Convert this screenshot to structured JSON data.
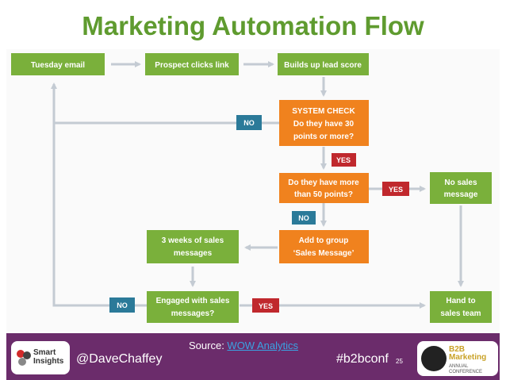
{
  "slide": {
    "title": "Marketing Automation Flow",
    "page_number": "25"
  },
  "colors": {
    "green": "#7ab03b",
    "orange": "#f0821e",
    "red": "#c0282d",
    "blue": "#2b7a99",
    "arrow": "#c4cbd3",
    "title_green": "#5f9b2f",
    "footer_purple": "#6b2c6b"
  },
  "nodes": {
    "tuesday_email": "Tuesday email",
    "prospect_clicks": "Prospect clicks link",
    "lead_score": "Builds up lead score",
    "system_check_title": "SYSTEM CHECK",
    "system_check_l1": "Do they have 30",
    "system_check_l2": "points or more?",
    "more_than_50_l1": "Do they have more",
    "more_than_50_l2": "than 50 points?",
    "no_sales_l1": "No sales",
    "no_sales_l2": "message",
    "add_group_l1": "Add to group",
    "add_group_l2": "‘Sales Message’",
    "three_weeks_l1": "3 weeks of sales",
    "three_weeks_l2": "messages",
    "engaged_l1": "Engaged with sales",
    "engaged_l2": "messages?",
    "hand_to_l1": "Hand to",
    "hand_to_l2": "sales team"
  },
  "labels": {
    "no_1": "NO",
    "yes_1": "YES",
    "yes_2": "YES",
    "no_2": "NO",
    "no_3": "NO",
    "yes_3": "YES"
  },
  "footer": {
    "logo_left_line1": "Smart",
    "logo_left_line2": "Insights",
    "handle": "@DaveChaffey",
    "source_prefix": "Source: ",
    "source_link": "WOW Analytics",
    "hashtag": "#b2bconf",
    "logo_right_line1": "B2B",
    "logo_right_line2": "Marketing",
    "logo_right_line3": "ANNUAL CONFERENCE"
  }
}
